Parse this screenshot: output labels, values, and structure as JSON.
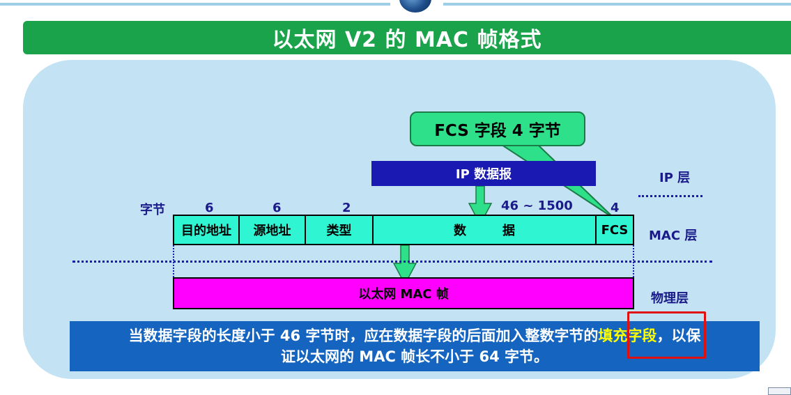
{
  "title": "以太网 V2 的 MAC 帧格式",
  "callout": "FCS 字段 4 字节",
  "ip_packet": "IP 数据报",
  "layers": {
    "ip": "IP 层",
    "mac": "MAC 层",
    "physical": "物理层"
  },
  "byte_label": "字节",
  "field_sizes": {
    "dst": "6",
    "src": "6",
    "type": "2",
    "data": "46 ~ 1500",
    "fcs": "4"
  },
  "mac_fields": {
    "dst": "目的地址",
    "src": "源地址",
    "type": "类型",
    "data_1": "数",
    "data_2": "据",
    "fcs": "FCS"
  },
  "ethernet_frame": "以太网 MAC 帧",
  "note": {
    "part1": "当数据字段的长度小于 46 字节时，应在数据字段的后面加入整数字节的",
    "highlight": "填充字段",
    "part2": "，以保",
    "line2": "证以太网的 MAC 帧长不小于 64 字节。"
  },
  "colors": {
    "title_bg": "#1aa34a",
    "panel_bg": "#c3e2f3",
    "callout_bg": "#2fe08a",
    "ip_bar": "#1a1ab3",
    "mac_frame": "#2ff5d3",
    "eth_frame": "#ff00ff",
    "note_bg": "#1565c0",
    "highlight_text": "#ffff00",
    "highlight_box": "#e01010"
  }
}
